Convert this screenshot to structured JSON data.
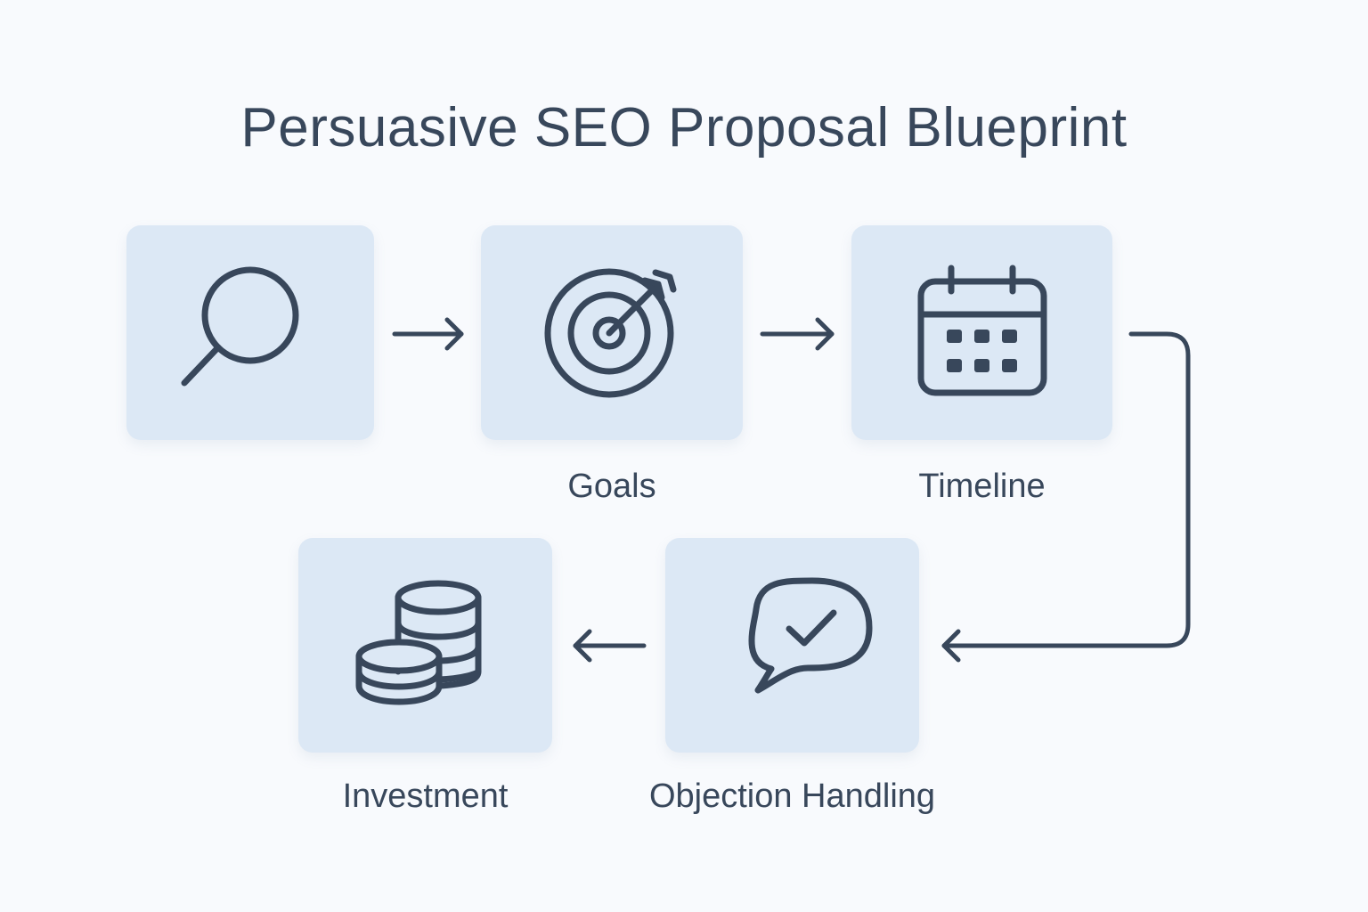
{
  "diagram": {
    "title": "Persuasive SEO Proposal Blueprint",
    "steps": [
      {
        "label": "",
        "icon": "search-icon"
      },
      {
        "label": "Goals",
        "icon": "target-icon"
      },
      {
        "label": "Timeline",
        "icon": "calendar-icon"
      },
      {
        "label": "Objection Handling",
        "icon": "chat-check-icon"
      },
      {
        "label": "Investment",
        "icon": "coins-icon"
      }
    ],
    "colors": {
      "background": "#f8fafd",
      "card": "#dce8f5",
      "stroke": "#38475b"
    }
  }
}
